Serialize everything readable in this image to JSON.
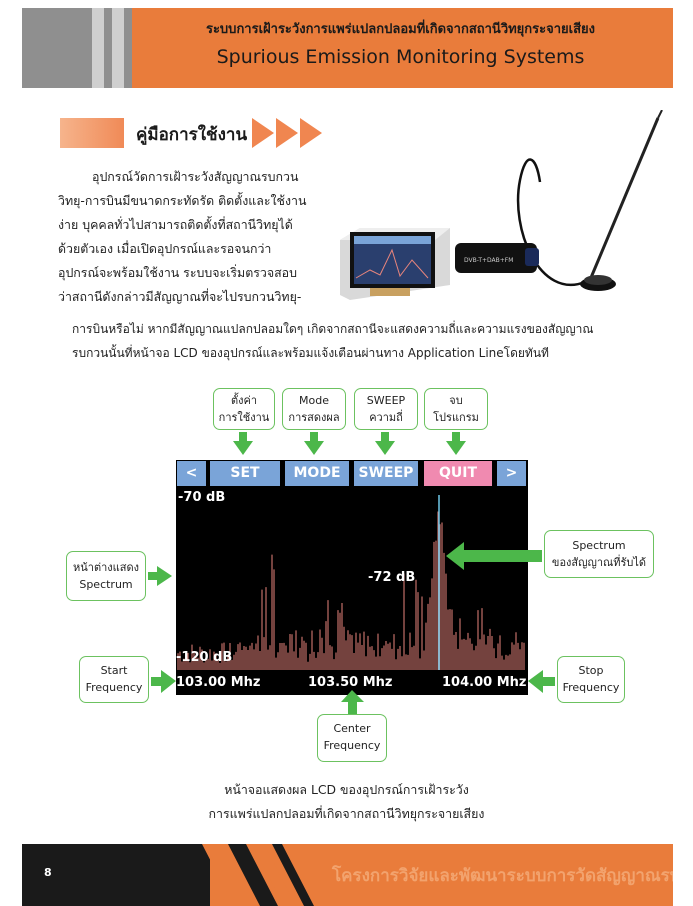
{
  "header": {
    "title_th": "ระบบการเฝ้าระวังการแพร่แปลกปลอมที่เกิดจากสถานีวิทยุกระจายเสียง",
    "title_en": "Spurious Emission Monitoring Systems"
  },
  "section": {
    "title": "คู่มือการใช้งาน"
  },
  "intro_lines": [
    "อุปกรณ์วัดการเฝ้าระวังสัญญาณรบกวน",
    "วิทยุ-การบินมีขนาดกระทัดรัด ติดตั้งและใช้งาน",
    "ง่าย บุคคลทั่วไปสามารถติดตั้งที่สถานีวิทยุได้",
    "ด้วยตัวเอง  เมื่อเปิดอุปกรณ์และรอจนกว่า",
    "อุปกรณ์จะพร้อมใช้งาน ระบบจะเริ่มตรวจสอบ",
    "ว่าสถานีดังกล่าวมีสัญญาณที่จะไปรบกวนวิทยุ-"
  ],
  "intro_wide_lines": [
    "การบินหรือไม่ หากมีสัญญาณแปลกปลอมใดๆ เกิดจากสถานีจะแสดงความถี่และความแรงของสัญญาณ",
    "รบกวนนั้นที่หน้าจอ LCD ของอุปกรณ์และพร้อมแจ้งเตือนผ่านทาง Application Lineโดยทันที"
  ],
  "device": {
    "label": "DVB-T+DAB+FM"
  },
  "screen": {
    "buttons": {
      "prev": "<",
      "set": "SET",
      "mode": "MODE",
      "sweep": "SWEEP",
      "quit": "QUIT",
      "next": ">"
    },
    "top_db": "-70 dB",
    "peak_db": "-72 dB",
    "floor_db": "-120 dB",
    "freq_start": "103.00 Mhz",
    "freq_center": "103.50 Mhz",
    "freq_stop": "104.00 Mhz"
  },
  "callouts": {
    "set": [
      "ตั้งค่า",
      "การใช้งาน"
    ],
    "mode": [
      "Mode",
      "การสดงผล"
    ],
    "sweep": [
      "SWEEP",
      "ความถี่"
    ],
    "quit": [
      "จบ",
      "โปรแกรม"
    ],
    "spectrum_window": [
      "หน้าต่างแสดง",
      "Spectrum"
    ],
    "spectrum_signal": [
      "Spectrum",
      "ของสัญญาณที่รับได้"
    ],
    "start_freq": [
      "Start",
      "Frequency"
    ],
    "stop_freq": [
      "Stop",
      "Frequency"
    ],
    "center_freq": [
      "Center",
      "Frequency"
    ]
  },
  "caption_lines": [
    "หน้าจอแสดงผล LCD ของอุปกรณ์การเฝ้าระวัง",
    "การแพร่แปลกปลอมที่เกิดจากสถานีวิทยุกระจายเสียง"
  ],
  "footer": {
    "page_number": "8",
    "project_text": "โครงการวิจัยและพัฒนาระบบการวัดสัญญาณรบกวน"
  },
  "colors": {
    "header_orange": "#e97c3b",
    "header_gray": "#8f8f8f",
    "callout_green": "#6cc260",
    "arrow_green": "#4cb74a",
    "toolbar_blue": "#7aa4d8",
    "quit_pink": "#f08ab0",
    "spectrum_red": "#e8857c",
    "center_line": "#6fc7e8"
  }
}
